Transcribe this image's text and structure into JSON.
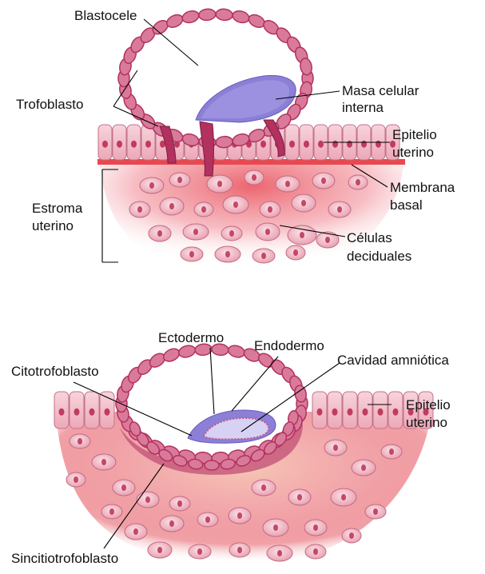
{
  "labels": {
    "blastocele": "Blastocele",
    "masa_celular_1": "Masa celular",
    "masa_celular_2": "interna",
    "trofoblasto": "Trofoblasto",
    "epitelio_top_1": "Epitelio",
    "epitelio_top_2": "uterino",
    "membrana_1": "Membrana",
    "membrana_2": "basal",
    "estroma_1": "Estroma",
    "estroma_2": "uterino",
    "celulas_1": "Células",
    "celulas_2": "deciduales",
    "ectodermo": "Ectodermo",
    "endodermo": "Endodermo",
    "cavidad": "Cavidad amniótica",
    "citotrofoblasto": "Citotrofoblasto",
    "epitelio_bottom_1": "Epitelio",
    "epitelio_bottom_2": "uterino",
    "sincitiotrofoblasto": "Sincitiotrofoblasto"
  },
  "colors": {
    "epithelium": "#f3c3cf",
    "trophoblast": "#b2315f",
    "stroma": "#e8484f",
    "inner_cell_mass": "#8b7fd6",
    "cell_nucleus": "#b8244a",
    "syncytium": "#f3c9b8"
  }
}
